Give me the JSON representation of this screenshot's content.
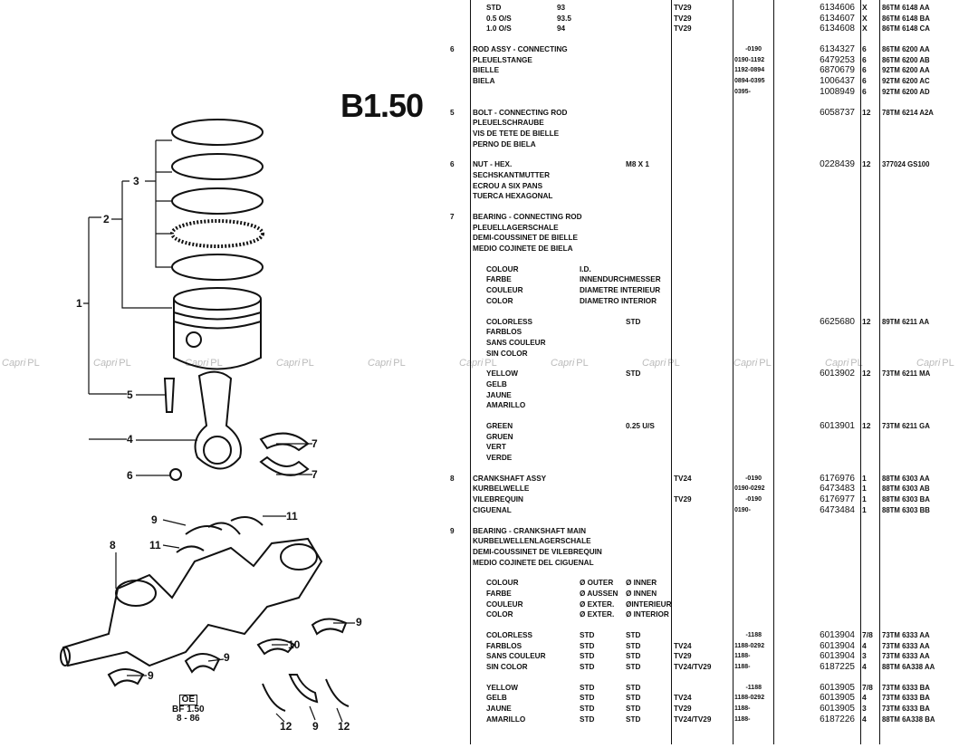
{
  "page_title": "B1.50",
  "watermark": "Capri",
  "watermark_suffix": "PL",
  "figure_code": {
    "box": "OE",
    "ref": "BF 1.50",
    "date": "8 - 86"
  },
  "callouts": [
    "1",
    "2",
    "3",
    "5",
    "4",
    "6",
    "7",
    "7",
    "9",
    "11",
    "11",
    "8",
    "9",
    "10",
    "9",
    "9",
    "12",
    "9",
    "12"
  ],
  "groups": [
    {
      "style": "indent ring",
      "rows": [
        [
          "",
          "STD",
          "93",
          "",
          "TV29",
          "",
          "6134606",
          "X",
          "86TM 6148 AA"
        ],
        [
          "",
          "0.5 O/S",
          "93.5",
          "",
          "TV29",
          "",
          "6134607",
          "X",
          "86TM 6148 BA"
        ],
        [
          "",
          "1.0 O/S",
          "94",
          "",
          "TV29",
          "",
          "6134608",
          "X",
          "86TM 6148 CA"
        ]
      ]
    },
    {
      "style": "",
      "rows": [
        [
          "6",
          "ROD ASSY - CONNECTING",
          "",
          "",
          "",
          "-0190",
          "6134327",
          "6",
          "86TM 6200 AA"
        ],
        [
          "",
          "PLEUELSTANGE",
          "",
          "",
          "",
          "0190-1192",
          "6479253",
          "6",
          "86TM 6200 AB"
        ],
        [
          "",
          "BIELLE",
          "",
          "",
          "",
          "1192-0894",
          "6870679",
          "6",
          "92TM 6200 AA"
        ],
        [
          "",
          "BIELA",
          "",
          "",
          "",
          "0894-0395",
          "1006437",
          "6",
          "92TM 6200 AC"
        ],
        [
          "",
          "",
          "",
          "",
          "",
          "0395-",
          "1008949",
          "6",
          "92TM 6200 AD"
        ]
      ]
    },
    {
      "style": "",
      "rows": [
        [
          "5",
          "BOLT - CONNECTING ROD",
          "",
          "",
          "",
          "",
          "6058737",
          "12",
          "78TM 6214 A2A"
        ],
        [
          "",
          "PLEUELSCHRAUBE",
          "",
          "",
          "",
          "",
          "",
          "",
          ""
        ],
        [
          "",
          "VIS DE TETE DE BIELLE",
          "",
          "",
          "",
          "",
          "",
          "",
          ""
        ],
        [
          "",
          "PERNO DE BIELA",
          "",
          "",
          "",
          "",
          "",
          "",
          ""
        ]
      ]
    },
    {
      "style": "",
      "rows": [
        [
          "6",
          "NUT - HEX.",
          "",
          "M8 X 1",
          "",
          "",
          "0228439",
          "12",
          "377024 GS100"
        ],
        [
          "",
          "SECHSKANTMUTTER",
          "",
          "",
          "",
          "",
          "",
          "",
          ""
        ],
        [
          "",
          "ECROU A SIX PANS",
          "",
          "",
          "",
          "",
          "",
          "",
          ""
        ],
        [
          "",
          "TUERCA HEXAGONAL",
          "",
          "",
          "",
          "",
          "",
          "",
          ""
        ]
      ]
    },
    {
      "style": "",
      "rows": [
        [
          "7",
          "BEARING - CONNECTING ROD",
          "",
          "",
          "",
          "",
          "",
          "",
          ""
        ],
        [
          "",
          "PLEUELLAGERSCHALE",
          "",
          "",
          "",
          "",
          "",
          "",
          ""
        ],
        [
          "",
          "DEMI-COUSSINET DE BIELLE",
          "",
          "",
          "",
          "",
          "",
          "",
          ""
        ],
        [
          "",
          "MEDIO COJINETE DE BIELA",
          "",
          "",
          "",
          "",
          "",
          "",
          ""
        ]
      ]
    },
    {
      "style": "indent",
      "rows": [
        [
          "",
          "COLOUR",
          "I.D.",
          "",
          "",
          "",
          "",
          "",
          ""
        ],
        [
          "",
          "FARBE",
          "INNENDURCHMESSER",
          "",
          "",
          "",
          "",
          "",
          ""
        ],
        [
          "",
          "COULEUR",
          "DIAMETRE INTERIEUR",
          "",
          "",
          "",
          "",
          "",
          ""
        ],
        [
          "",
          "COLOR",
          "DIAMETRO INTERIOR",
          "",
          "",
          "",
          "",
          "",
          ""
        ]
      ]
    },
    {
      "style": "indent",
      "rows": [
        [
          "",
          "COLORLESS",
          "",
          "STD",
          "",
          "",
          "6625680",
          "12",
          "89TM 6211 AA"
        ],
        [
          "",
          "FARBLOS",
          "",
          "",
          "",
          "",
          "",
          "",
          ""
        ],
        [
          "",
          "SANS COULEUR",
          "",
          "",
          "",
          "",
          "",
          "",
          ""
        ],
        [
          "",
          "SIN COLOR",
          "",
          "",
          "",
          "",
          "",
          "",
          ""
        ]
      ]
    },
    {
      "style": "indent",
      "rows": [
        [
          "",
          "YELLOW",
          "",
          "STD",
          "",
          "",
          "6013902",
          "12",
          "73TM 6211 MA"
        ],
        [
          "",
          "GELB",
          "",
          "",
          "",
          "",
          "",
          "",
          ""
        ],
        [
          "",
          "JAUNE",
          "",
          "",
          "",
          "",
          "",
          "",
          ""
        ],
        [
          "",
          "AMARILLO",
          "",
          "",
          "",
          "",
          "",
          "",
          ""
        ]
      ]
    },
    {
      "style": "indent",
      "rows": [
        [
          "",
          "GREEN",
          "",
          "0.25 U/S",
          "",
          "",
          "6013901",
          "12",
          "73TM 6211 GA"
        ],
        [
          "",
          "GRUEN",
          "",
          "",
          "",
          "",
          "",
          "",
          ""
        ],
        [
          "",
          "VERT",
          "",
          "",
          "",
          "",
          "",
          "",
          ""
        ],
        [
          "",
          "VERDE",
          "",
          "",
          "",
          "",
          "",
          "",
          ""
        ]
      ]
    },
    {
      "style": "",
      "rows": [
        [
          "8",
          "CRANKSHAFT ASSY",
          "",
          "",
          "TV24",
          "-0190",
          "6176976",
          "1",
          "88TM 6303 AA"
        ],
        [
          "",
          "KURBELWELLE",
          "",
          "",
          "",
          "0190-0292",
          "6473483",
          "1",
          "88TM 6303 AB"
        ],
        [
          "",
          "VILEBREQUIN",
          "",
          "",
          "TV29",
          "-0190",
          "6176977",
          "1",
          "88TM 6303 BA"
        ],
        [
          "",
          "CIGUENAL",
          "",
          "",
          "",
          "0190-",
          "6473484",
          "1",
          "88TM 6303 BB"
        ]
      ]
    },
    {
      "style": "",
      "rows": [
        [
          "9",
          "BEARING - CRANKSHAFT MAIN",
          "",
          "",
          "",
          "",
          "",
          "",
          ""
        ],
        [
          "",
          "KURBELWELLENLAGERSCHALE",
          "",
          "",
          "",
          "",
          "",
          "",
          ""
        ],
        [
          "",
          "DEMI-COUSSINET DE VILEBREQUIN",
          "",
          "",
          "",
          "",
          "",
          "",
          ""
        ],
        [
          "",
          "MEDIO COJINETE DEL CIGUENAL",
          "",
          "",
          "",
          "",
          "",
          "",
          ""
        ]
      ]
    },
    {
      "style": "indent",
      "rows": [
        [
          "",
          "COLOUR",
          "Ø OUTER",
          "Ø INNER",
          "",
          "",
          "",
          "",
          ""
        ],
        [
          "",
          "FARBE",
          "Ø AUSSEN",
          "Ø INNEN",
          "",
          "",
          "",
          "",
          ""
        ],
        [
          "",
          "COULEUR",
          "Ø EXTER.",
          "ØINTERIEUR",
          "",
          "",
          "",
          "",
          ""
        ],
        [
          "",
          "COLOR",
          "Ø EXTER.",
          "Ø INTERIOR",
          "",
          "",
          "",
          "",
          ""
        ]
      ]
    },
    {
      "style": "indent",
      "rows": [
        [
          "",
          "COLORLESS",
          "STD",
          "STD",
          "",
          "-1188",
          "6013904",
          "7/8",
          "73TM 6333 AA"
        ],
        [
          "",
          "FARBLOS",
          "STD",
          "STD",
          "TV24",
          "1188-0292",
          "6013904",
          "4",
          "73TM 6333 AA"
        ],
        [
          "",
          "SANS COULEUR",
          "STD",
          "STD",
          "TV29",
          "1188-",
          "6013904",
          "3",
          "73TM 6333 AA"
        ],
        [
          "",
          "SIN COLOR",
          "STD",
          "STD",
          "TV24/TV29",
          "1188-",
          "6187225",
          "4",
          "88TM 6A338 AA"
        ]
      ]
    },
    {
      "style": "indent",
      "rows": [
        [
          "",
          "YELLOW",
          "STD",
          "STD",
          "",
          "-1188",
          "6013905",
          "7/8",
          "73TM 6333 BA"
        ],
        [
          "",
          "GELB",
          "STD",
          "STD",
          "TV24",
          "1188-0292",
          "6013905",
          "4",
          "73TM 6333 BA"
        ],
        [
          "",
          "JAUNE",
          "STD",
          "STD",
          "TV29",
          "1188-",
          "6013905",
          "3",
          "73TM 6333 BA"
        ],
        [
          "",
          "AMARILLO",
          "STD",
          "STD",
          "TV24/TV29",
          "1188-",
          "6187226",
          "4",
          "88TM 6A338 BA"
        ]
      ]
    }
  ]
}
